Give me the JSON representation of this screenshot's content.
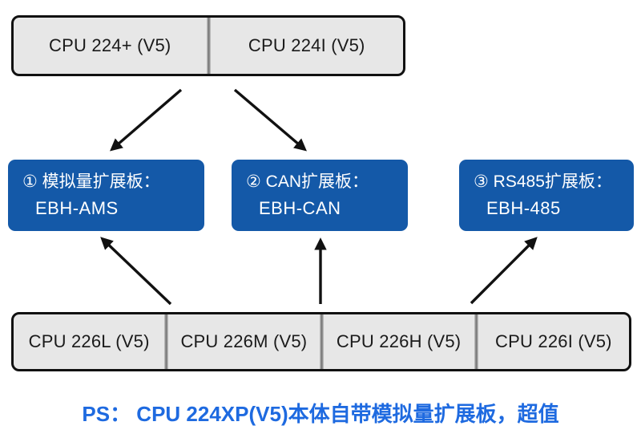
{
  "colors": {
    "board_blue": "#1459a8",
    "board_text": "#ffffff",
    "box_fill": "#e7e7e7",
    "outline": "#111111",
    "text_dark": "#1a1a1a",
    "note_blue": "#1e6ae0",
    "arrow": "#111111"
  },
  "top_group": {
    "cells": [
      {
        "label": "CPU 224+ (V5)"
      },
      {
        "label": "CPU 224I (V5)"
      }
    ]
  },
  "boards": [
    {
      "line1": "① 模拟量扩展板：",
      "line2": "EBH-AMS"
    },
    {
      "line1": "② CAN扩展板：",
      "line2": "EBH-CAN"
    },
    {
      "line1": "③ RS485扩展板：",
      "line2": "EBH-485"
    }
  ],
  "bottom_group": {
    "cells": [
      {
        "label": "CPU 226L (V5)"
      },
      {
        "label": "CPU 226M (V5)"
      },
      {
        "label": "CPU 226H (V5)"
      },
      {
        "label": "CPU 226I (V5)"
      }
    ]
  },
  "note": {
    "text": "PS： CPU 224XP(V5)本体自带模拟量扩展板，超值"
  }
}
